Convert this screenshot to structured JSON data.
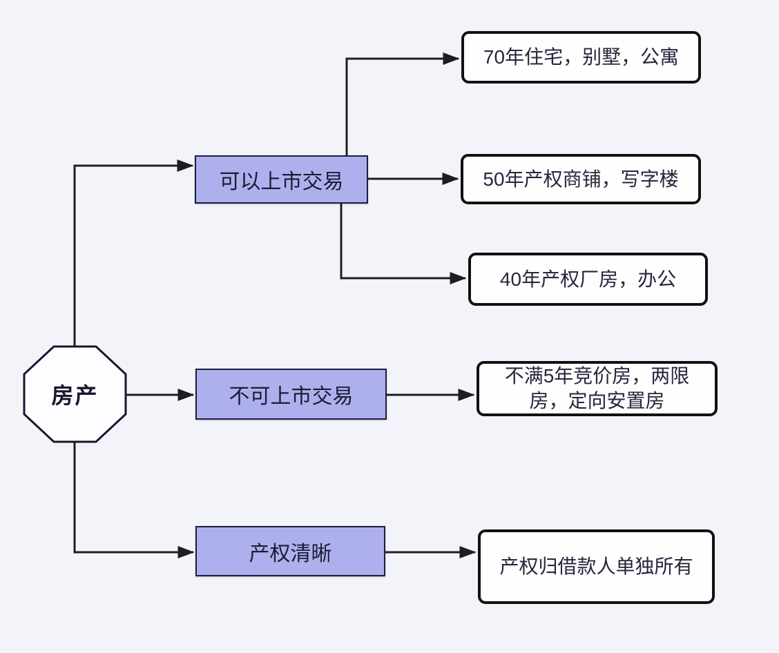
{
  "page": {
    "background": "#f2f4f9"
  },
  "diagram": {
    "type": "flowchart",
    "root": {
      "label": "房产",
      "shape": "octagon"
    },
    "branches": [
      {
        "label": "可以上市交易",
        "children": [
          "70年住宅，别墅，公寓",
          "50年产权商铺，写字楼",
          "40年产权厂房，办公"
        ]
      },
      {
        "label": "不可上市交易",
        "children": [
          "不满5年竞价房，两限房，定向安置房"
        ]
      },
      {
        "label": "产权清晰",
        "children": [
          "产权归借款人单独所有"
        ]
      }
    ],
    "colors": {
      "background": "#f2f4f9",
      "branch_fill": "#aeb0ee",
      "branch_border": "#1c1c3c",
      "leaf_fill": "#fefefe",
      "leaf_border": "#111111",
      "connector": "#1e1e1e",
      "root_fill": "#fdfdff",
      "root_border": "#16162e",
      "text": "#22233a"
    }
  }
}
